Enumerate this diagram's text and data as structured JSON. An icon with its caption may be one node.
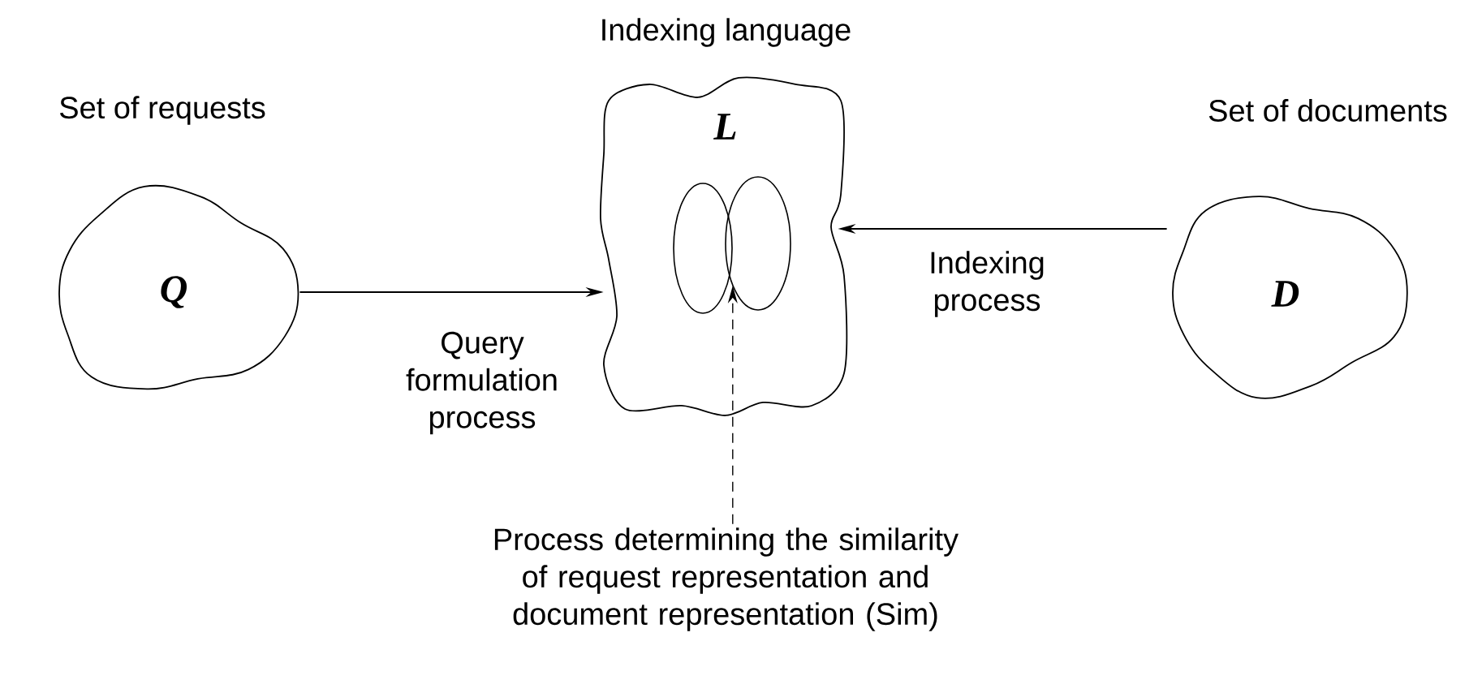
{
  "diagram": {
    "nodes": [
      {
        "text": [
          "Set of requests",
          "Q"
        ]
      },
      {
        "text": [
          "Indexing language",
          "L"
        ]
      },
      {
        "text": [
          "Set of documents",
          "D"
        ]
      },
      {
        "text": [],
        "shape": "ellipse",
        "in": 1
      },
      {
        "text": [],
        "shape": "ellipse",
        "in": 1
      },
      {
        "text": [
          "Process determining the similarity of request representation and document representation (Sim)"
        ]
      }
    ],
    "edges": [
      {
        "from": 0,
        "to": 1,
        "arrow": "to",
        "label": "Query formulation process"
      },
      {
        "from": 2,
        "to": 1,
        "arrow": "to",
        "label": "Indexing process"
      },
      {
        "from": 5,
        "to": 3,
        "arrow": "to",
        "style": "dashed"
      }
    ]
  }
}
